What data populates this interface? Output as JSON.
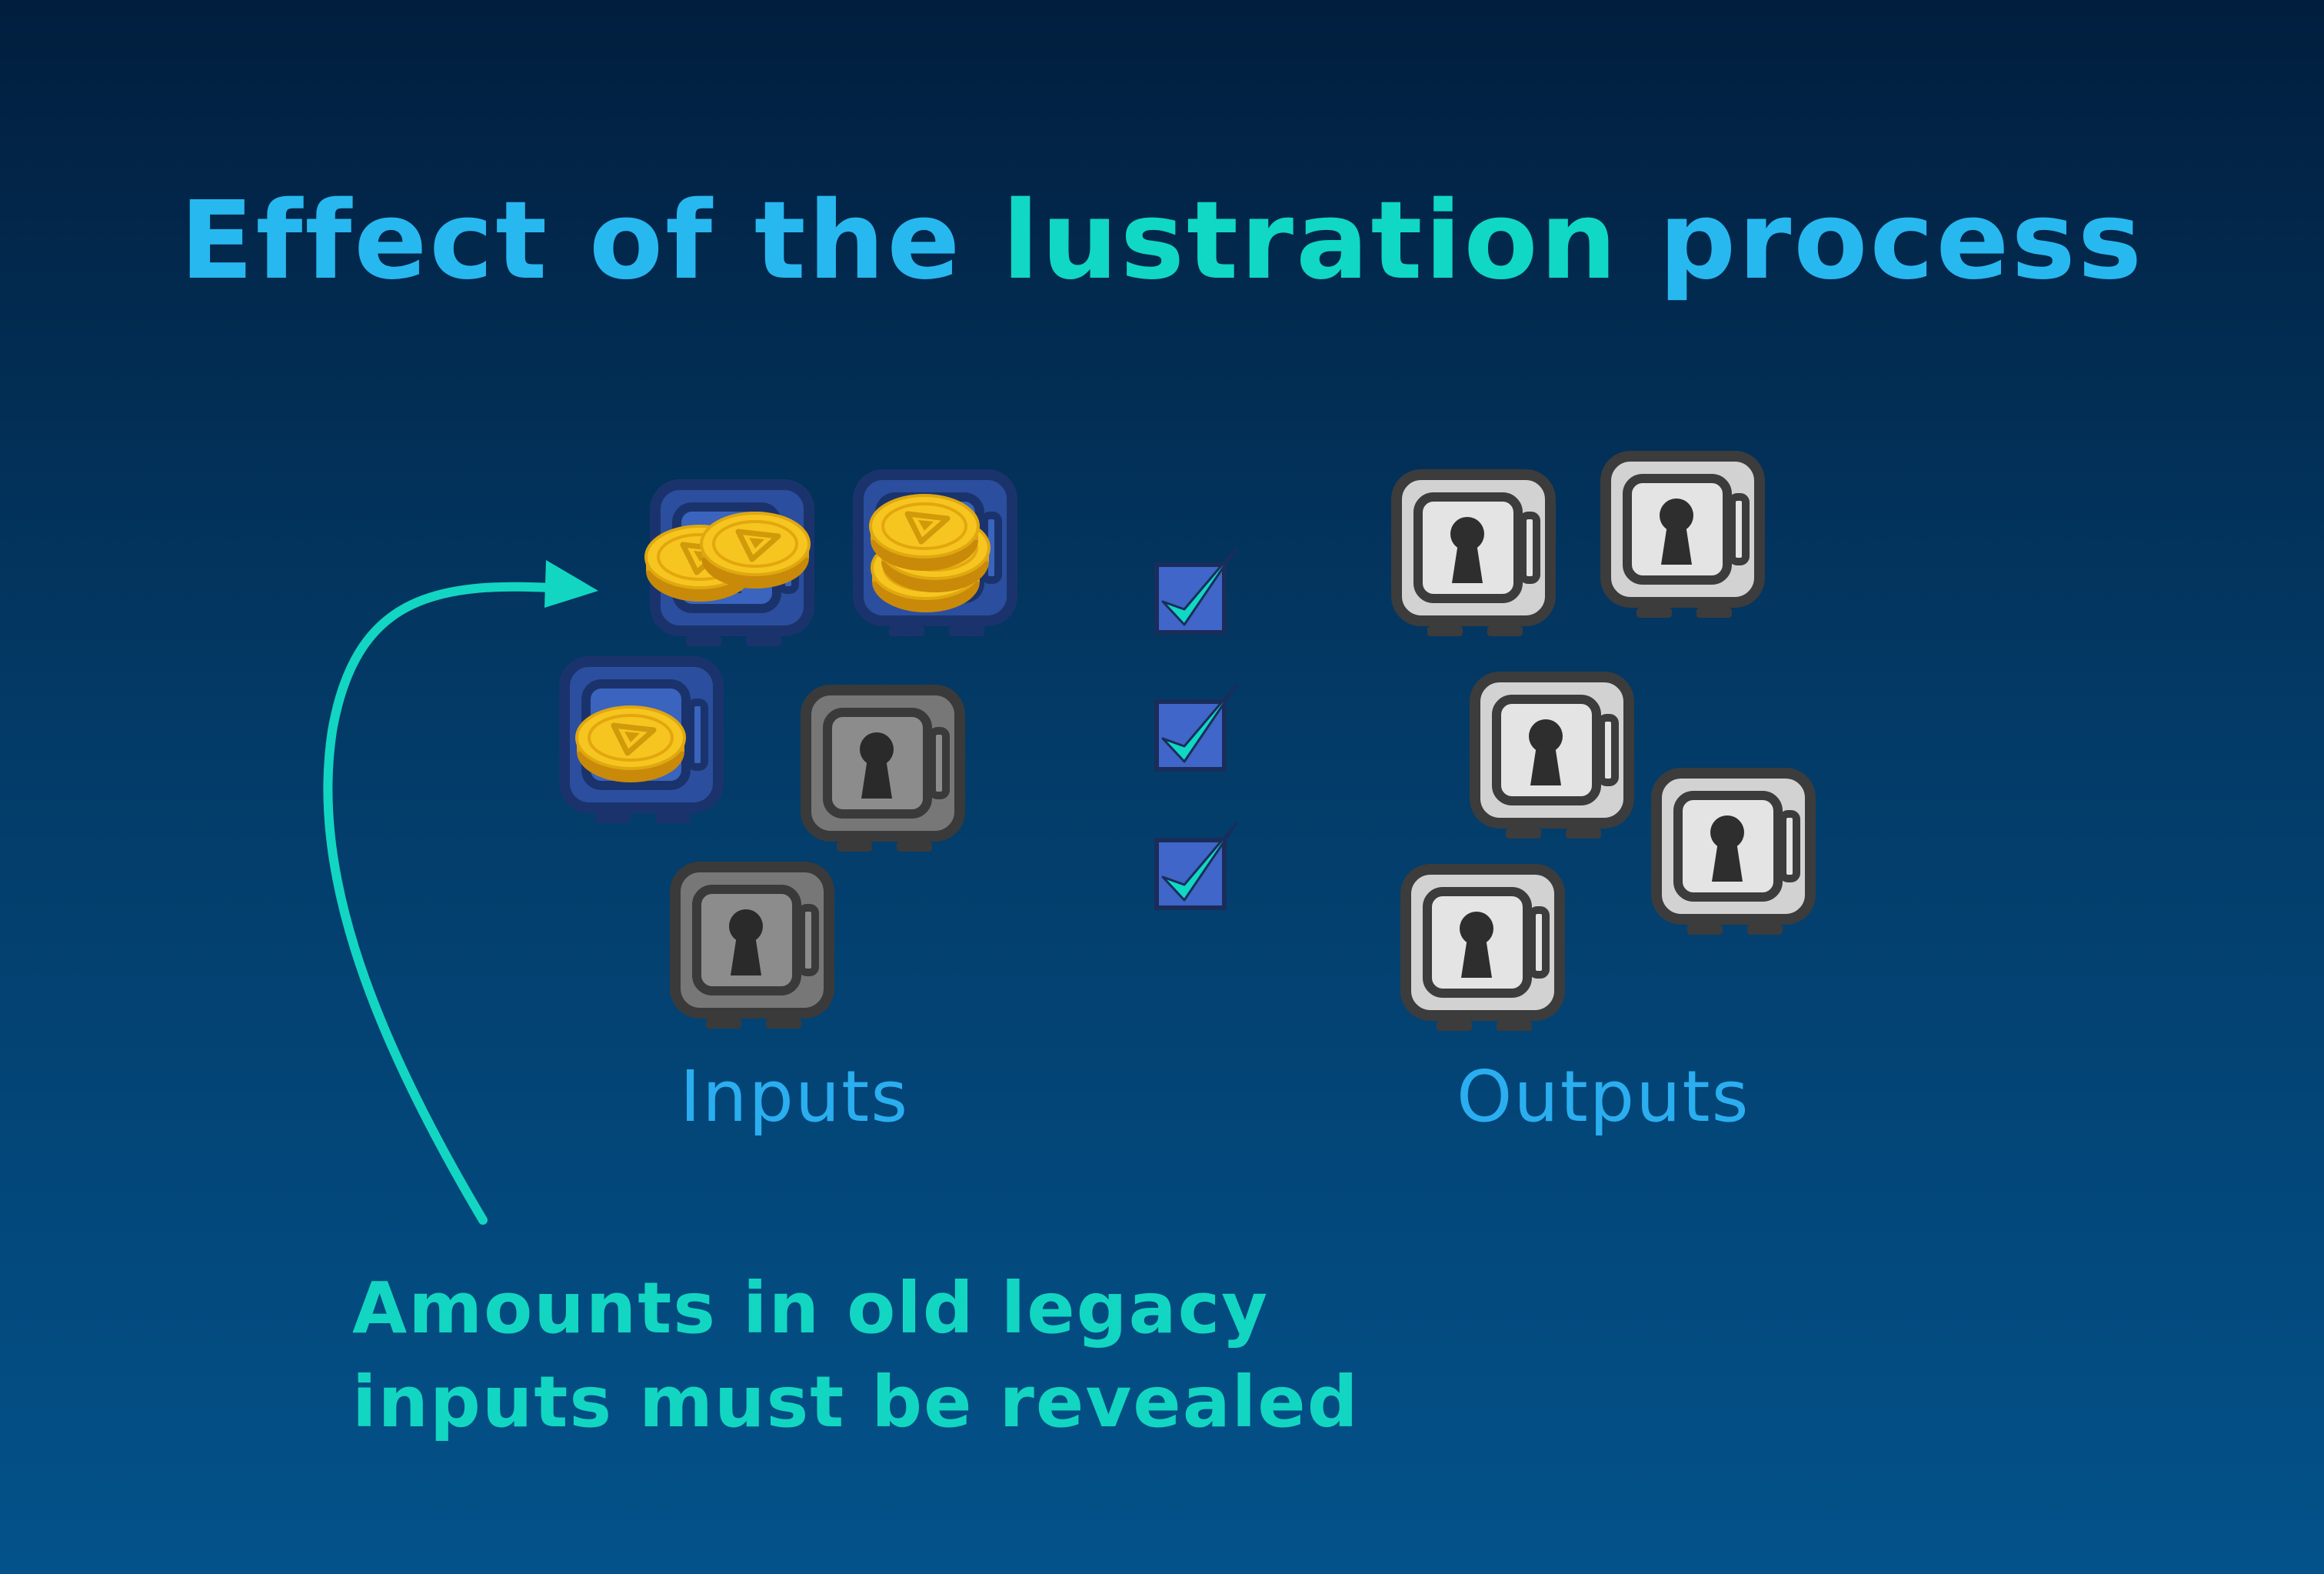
{
  "title": {
    "before": "Effect of the",
    "highlight": "lustration",
    "after": "process"
  },
  "labels": {
    "inputs": "Inputs",
    "outputs": "Outputs"
  },
  "note": {
    "line1": "Amounts in old legacy",
    "line2": "inputs must be revealed"
  },
  "colors": {
    "title": "#28b8f0",
    "highlight": "#10d8c4",
    "label": "#2aaef0",
    "note": "#12d6c2",
    "legacy_safe": "#2e55a8",
    "gray_safe": "#7a7a7a",
    "output_safe": "#d8d8d8",
    "coin": "#f6c21c",
    "check": "#10d8c4"
  },
  "icons": {
    "legacy_input": "coin-safe-icon",
    "confidential_input": "locked-safe-icon",
    "output": "locked-safe-icon",
    "validation": "checkbox-check-icon",
    "pointer": "curved-arrow-icon"
  }
}
